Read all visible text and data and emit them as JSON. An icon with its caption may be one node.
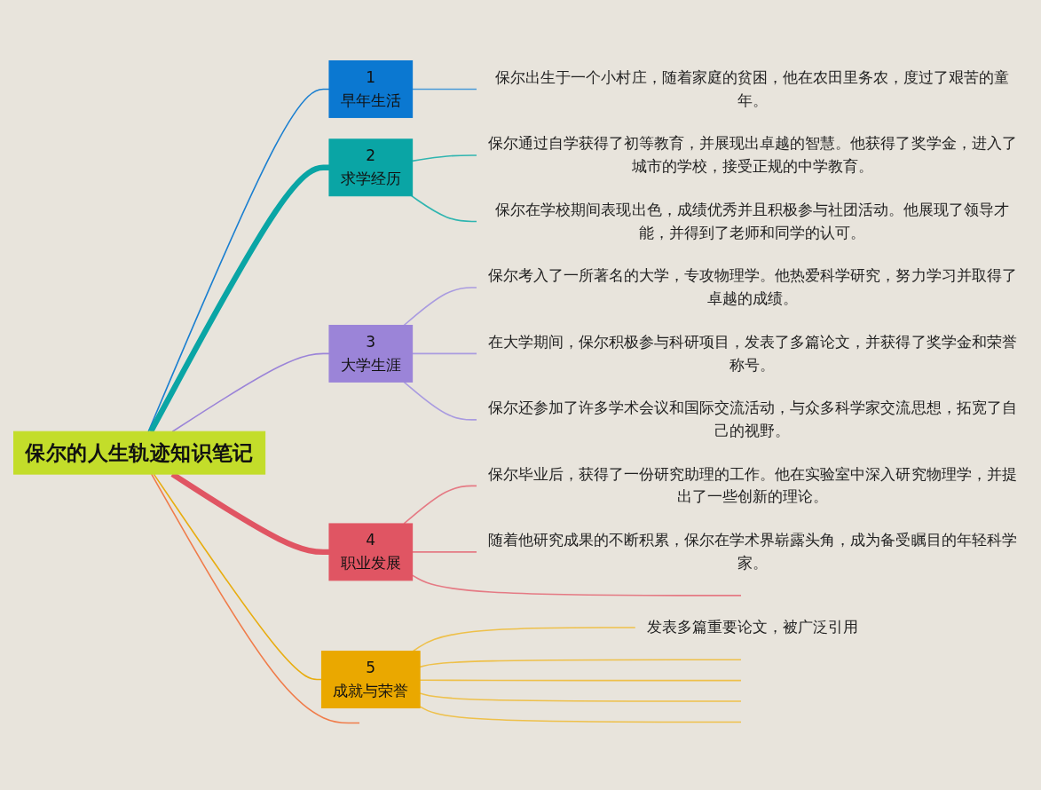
{
  "diagram": {
    "nodes": [
      {
        "text": [
          "保尔的人生轨迹知识笔记"
        ]
      },
      {
        "text": [
          "1",
          "早年生活"
        ]
      },
      {
        "text": [
          "保尔出生于一个小村庄，随着家庭的贫困，他在农田里务农，度过了艰苦的童年。"
        ]
      },
      {
        "text": [
          "2",
          "求学经历"
        ]
      },
      {
        "text": [
          "保尔通过自学获得了初等教育，并展现出卓越的智慧。他获得了奖学金，进入了城市的学校，接受正规的中学教育。"
        ]
      },
      {
        "text": [
          "保尔在学校期间表现出色，成绩优秀并且积极参与社团活动。他展现了领导才能，并得到了老师和同学的认可。"
        ]
      },
      {
        "text": [
          "3",
          "大学生涯"
        ]
      },
      {
        "text": [
          "保尔考入了一所著名的大学，专攻物理学。他热爱科学研究，努力学习并取得了卓越的成绩。"
        ]
      },
      {
        "text": [
          "在大学期间，保尔积极参与科研项目，发表了多篇论文，并获得了奖学金和荣誉称号。"
        ]
      },
      {
        "text": [
          "保尔还参加了许多学术会议和国际交流活动，与众多科学家交流思想，拓宽了自己的视野。"
        ]
      },
      {
        "text": [
          "4",
          "职业发展"
        ]
      },
      {
        "text": [
          "保尔毕业后，获得了一份研究助理的工作。他在实验室中深入研究物理学，并提出了一些创新的理论。"
        ]
      },
      {
        "text": [
          "随着他研究成果的不断积累，保尔在学术界崭露头角，成为备受瞩目的年轻科学家。"
        ]
      },
      {
        "text": [
          "5",
          "成就与荣誉"
        ]
      },
      {
        "text": [
          "发表多篇重要论文，被广泛引用"
        ]
      }
    ],
    "edges": [
      {
        "from": 0,
        "to": 1,
        "arrow": "none",
        "color": "#1a7fd0"
      },
      {
        "from": 1,
        "to": 2,
        "arrow": "none",
        "color": "#4a9bd8"
      },
      {
        "from": 0,
        "to": 3,
        "arrow": "none",
        "style": "thick",
        "color": "#0aa5a5"
      },
      {
        "from": 3,
        "to": 4,
        "arrow": "none",
        "color": "#2fb5b0"
      },
      {
        "from": 3,
        "to": 5,
        "arrow": "none",
        "color": "#2fb5b0"
      },
      {
        "from": 0,
        "to": 6,
        "arrow": "none",
        "color": "#9b84d8"
      },
      {
        "from": 6,
        "to": 7,
        "arrow": "none",
        "color": "#a99be0"
      },
      {
        "from": 6,
        "to": 8,
        "arrow": "none",
        "color": "#a99be0"
      },
      {
        "from": 6,
        "to": 9,
        "arrow": "none",
        "color": "#a99be0"
      },
      {
        "from": 0,
        "to": 10,
        "arrow": "none",
        "style": "thick",
        "color": "#e05563"
      },
      {
        "from": 10,
        "to": 11,
        "arrow": "none",
        "color": "#e57a84"
      },
      {
        "from": 10,
        "to": 12,
        "arrow": "none",
        "color": "#e57a84"
      },
      {
        "from": 10,
        "to": null,
        "arrow": "none",
        "color": "#e57a84"
      },
      {
        "from": 0,
        "to": 13,
        "arrow": "none",
        "color": "#e8ad10"
      },
      {
        "from": 13,
        "to": 14,
        "arrow": "none",
        "color": "#eec04a"
      },
      {
        "from": 13,
        "to": null,
        "arrow": "none",
        "color": "#eec04a"
      },
      {
        "from": 13,
        "to": null,
        "arrow": "none",
        "color": "#eec04a"
      },
      {
        "from": 13,
        "to": null,
        "arrow": "none",
        "color": "#eec04a"
      },
      {
        "from": 13,
        "to": null,
        "arrow": "none",
        "color": "#eec04a"
      },
      {
        "from": 0,
        "to": null,
        "arrow": "none",
        "color": "#f07c4a"
      }
    ]
  }
}
